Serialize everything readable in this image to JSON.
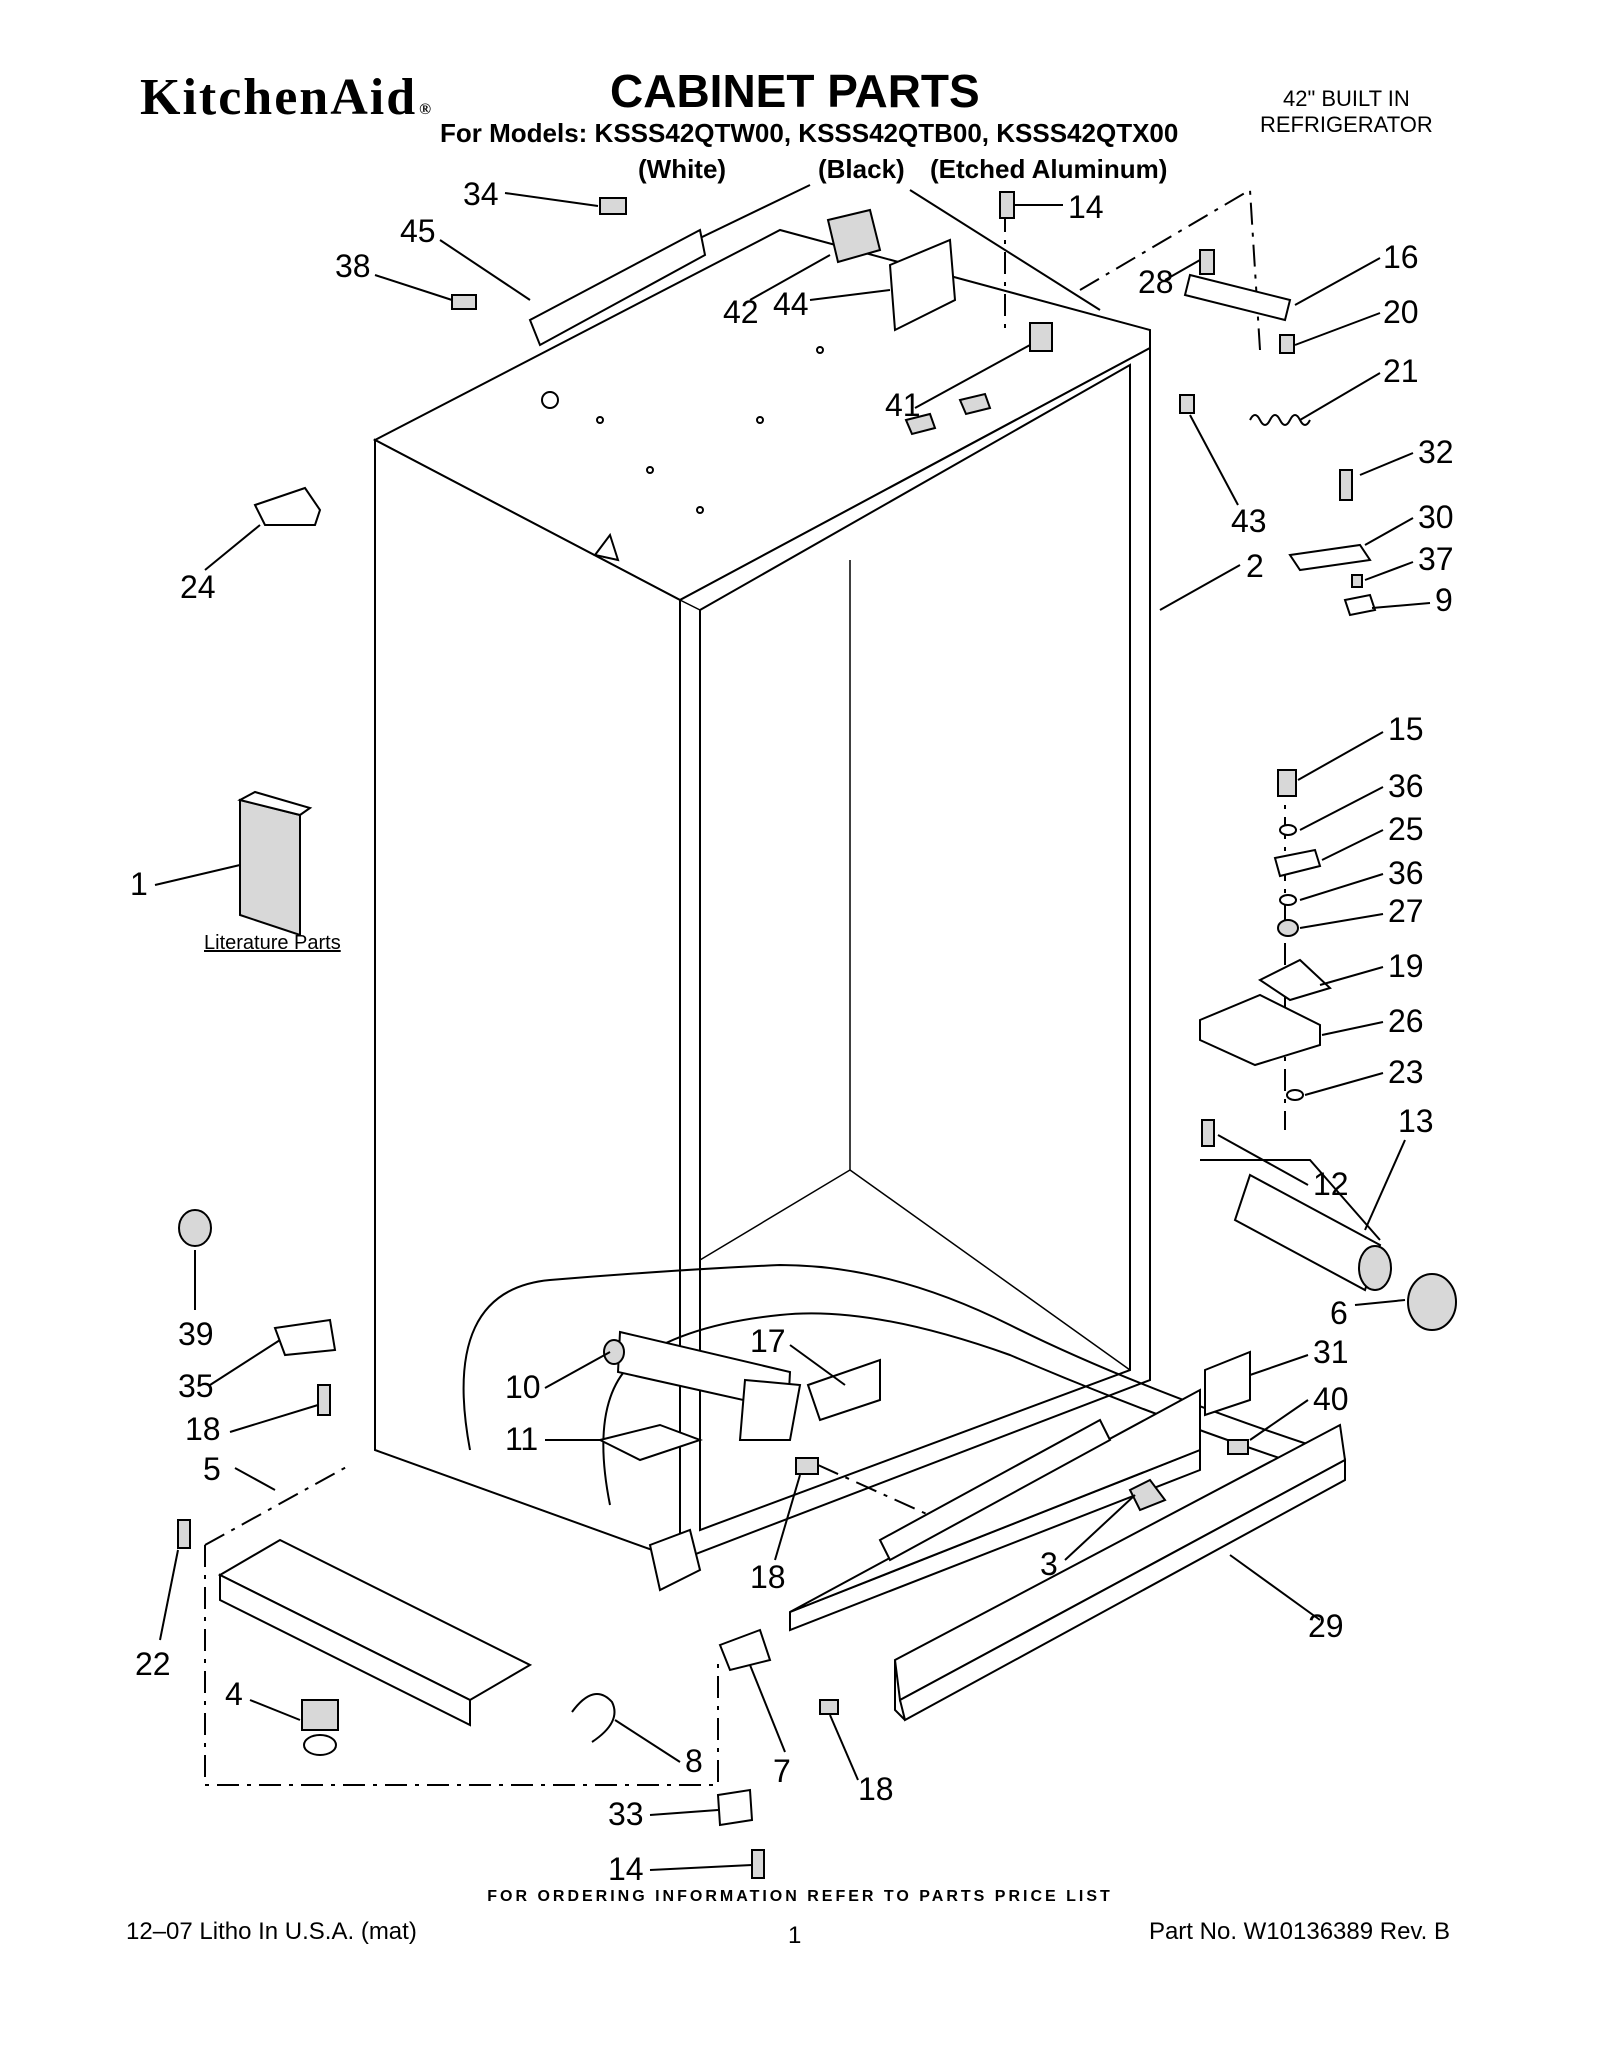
{
  "header": {
    "brand": "KitchenAid",
    "brand_mark": "®",
    "title": "CABINET PARTS",
    "models_line": "For Models: KSSS42QTW00, KSSS42QTB00, KSSS42QTX00",
    "color_white": "(White)",
    "color_black": "(Black)",
    "color_aluminum": "(Etched Aluminum)",
    "product_line1": "42\" BUILT IN",
    "product_line2": "REFRIGERATOR"
  },
  "literature_label": "Literature Parts",
  "callouts": [
    "34",
    "45",
    "38",
    "42",
    "44",
    "41",
    "14",
    "28",
    "16",
    "20",
    "21",
    "43",
    "2",
    "32",
    "30",
    "37",
    "9",
    "24",
    "1",
    "15",
    "36",
    "25",
    "36",
    "27",
    "19",
    "26",
    "23",
    "13",
    "12",
    "6",
    "39",
    "35",
    "18",
    "17",
    "10",
    "11",
    "31",
    "40",
    "5",
    "3",
    "29",
    "22",
    "18",
    "4",
    "8",
    "7",
    "18",
    "33",
    "14"
  ],
  "footer": {
    "ordering_note": "FOR ORDERING INFORMATION REFER TO PARTS PRICE LIST",
    "print_info": "12–07 Litho In U.S.A. (mat)",
    "page_number": "1",
    "part_number": "Part No. W10136389 Rev. B"
  }
}
